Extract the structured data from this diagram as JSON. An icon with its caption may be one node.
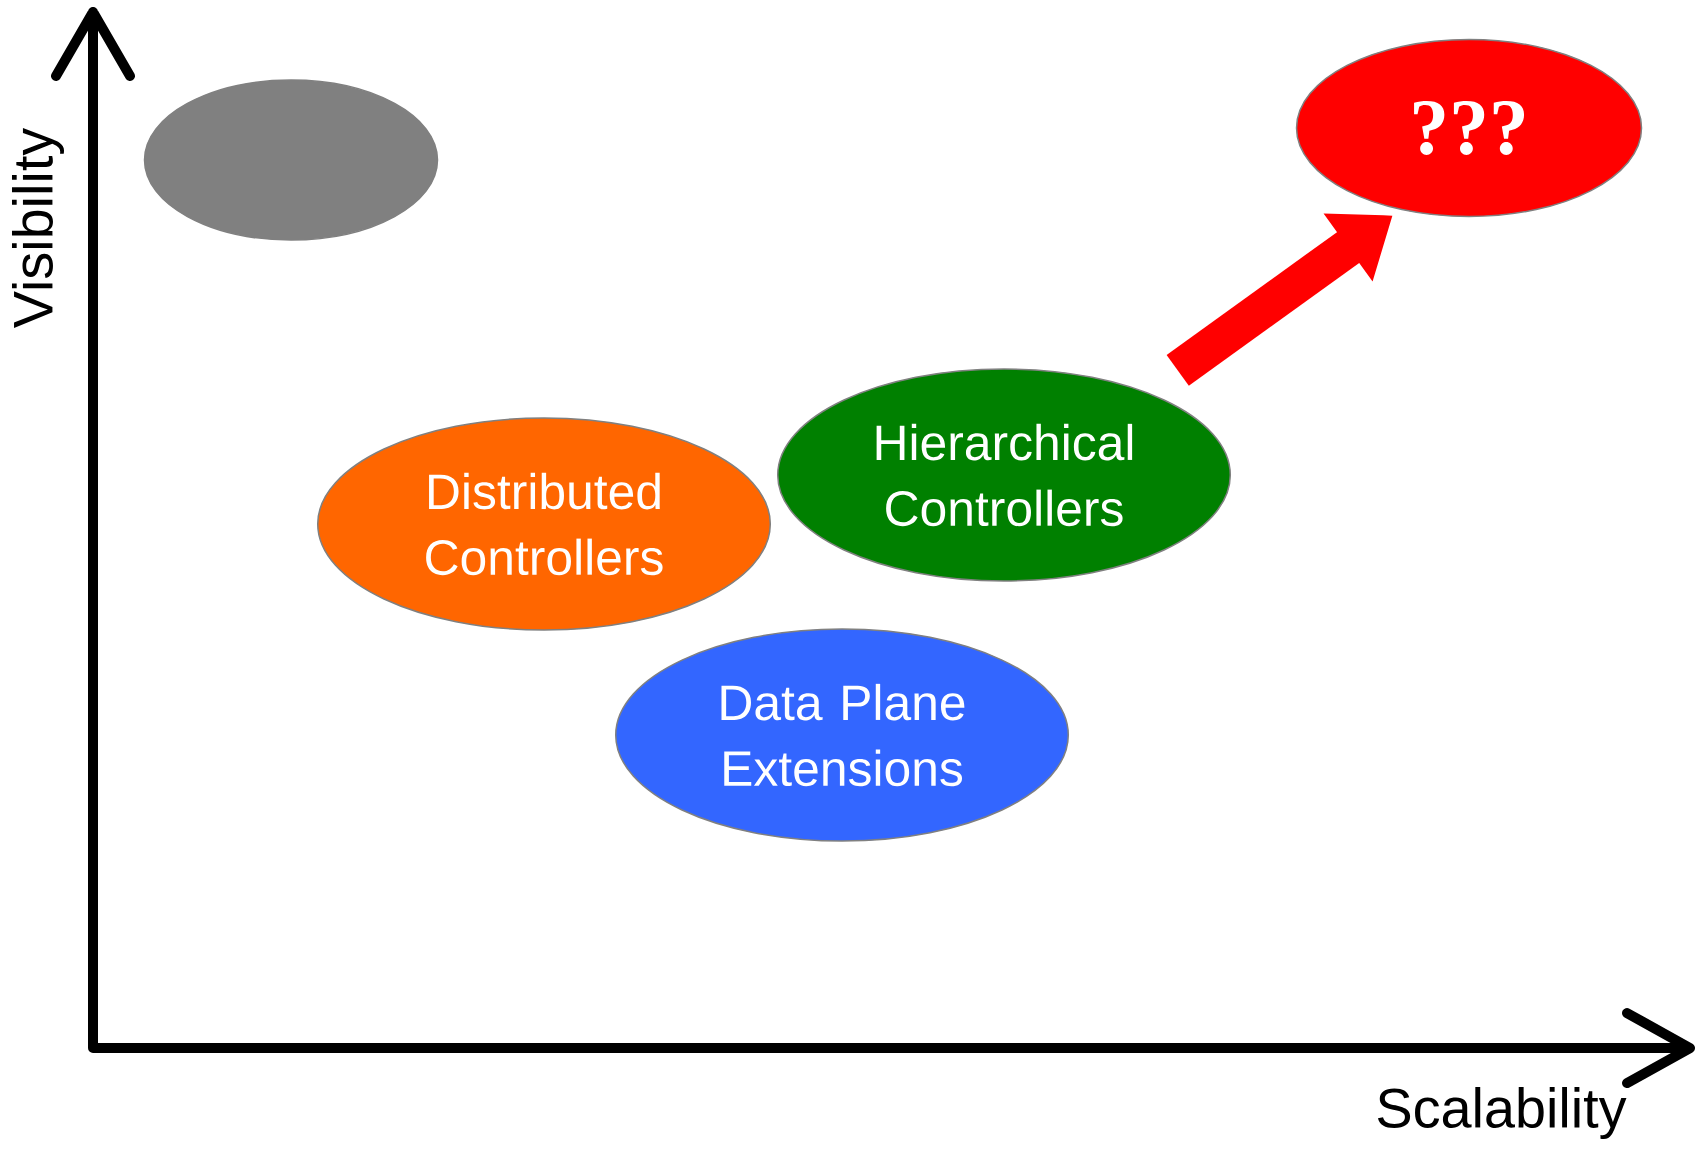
{
  "diagram": {
    "nodes": [
      {
        "text": [],
        "shape": "ellipse"
      },
      {
        "text": [
          "Distributed Controllers"
        ]
      },
      {
        "text": [
          "Hierarchical Controllers"
        ]
      },
      {
        "text": [
          "Data Plane Extensions"
        ]
      },
      {
        "text": [
          "???"
        ]
      }
    ],
    "edges": [
      {
        "from": 2,
        "to": 4,
        "arrow": "to"
      }
    ],
    "labels": [
      "Visibility",
      "Scalability"
    ]
  }
}
